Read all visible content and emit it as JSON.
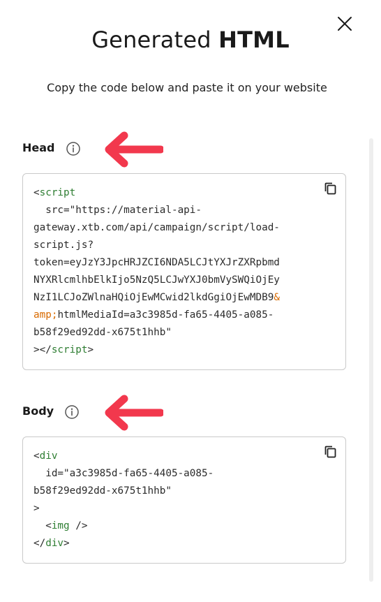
{
  "dialog": {
    "title_light": "Generated",
    "title_bold": "HTML",
    "subtitle": "Copy the code below and paste it on your website"
  },
  "head": {
    "label": "Head",
    "code": {
      "open": "<",
      "tag": "script",
      "attr_line": "  src=\"https://material-api-",
      "url_lines": [
        "gateway.xtb.com/api/campaign/script/load-",
        "script.js?",
        "token=eyJzY3JpcHRJZCI6NDA5LCJtYXJrZXRpbmd",
        "NYXRlcmlhbElkIjo5NzQ5LCJwYXJ0bmVySWQiOjEy"
      ],
      "line7_text": "NzI1LCJoZWlnaHQiOjEwMCwid2lkdGgiOjEwMDB9",
      "entity_start": "&",
      "entity_rest": "amp;",
      "after_entity": "htmlMediaId=a3c3985d-fa65-4405-a085-",
      "last_attr_line": "b58f29ed92dd-x675t1hhb\"",
      "close_open": "></",
      "close_tag": "script",
      "close_end": ">"
    }
  },
  "body": {
    "label": "Body",
    "code": {
      "open": "<",
      "tag": "div",
      "id_line": "  id=\"a3c3985d-fa65-4405-a085-",
      "id_line2": "b58f29ed92dd-x675t1hhb\"",
      "gt": ">",
      "img_open": "  <",
      "img_tag": "img",
      "img_close": " />",
      "close_open": "</",
      "close_tag": "div",
      "close_end": ">"
    }
  },
  "colors": {
    "arrow": "#f2384d",
    "tag": "#2e7d32",
    "entity": "#d86a00"
  },
  "icons": [
    "close-icon",
    "info-icon",
    "arrow-left-icon",
    "copy-icon"
  ]
}
